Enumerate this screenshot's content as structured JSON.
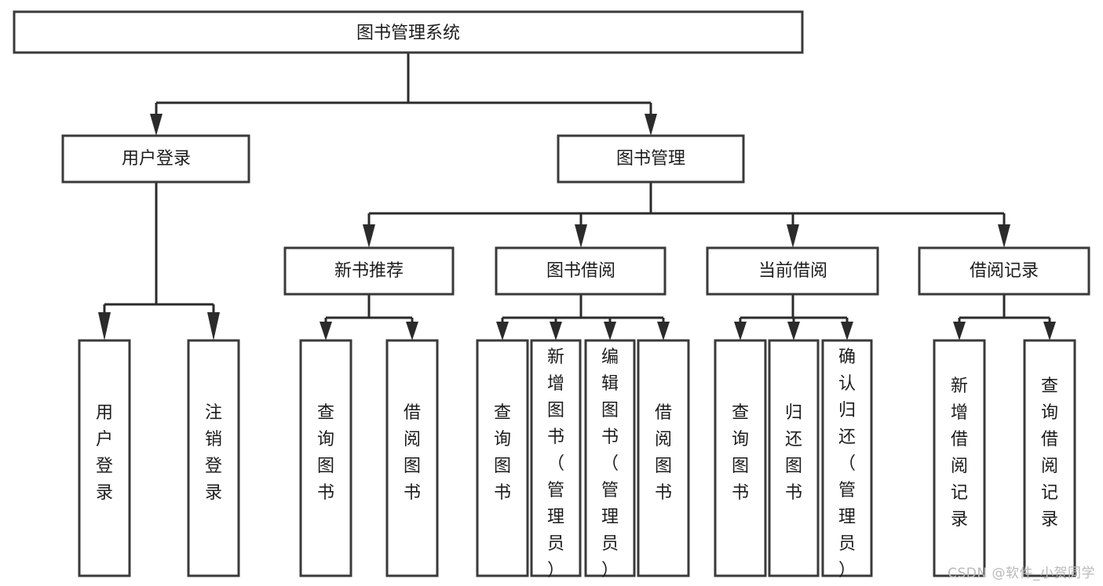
{
  "diagram": {
    "title": "图书管理系统",
    "type": "hierarchy-tree",
    "root": {
      "label": "图书管理系统",
      "orientation": "horizontal"
    },
    "level2": [
      {
        "label": "用户登录",
        "orientation": "horizontal"
      },
      {
        "label": "图书管理",
        "orientation": "horizontal"
      }
    ],
    "level3": [
      {
        "label": "新书推荐",
        "orientation": "horizontal"
      },
      {
        "label": "图书借阅",
        "orientation": "horizontal"
      },
      {
        "label": "当前借阅",
        "orientation": "horizontal"
      },
      {
        "label": "借阅记录",
        "orientation": "horizontal"
      }
    ],
    "leaves": {
      "user_login": [
        {
          "label": "用户登录",
          "orientation": "vertical"
        },
        {
          "label": "注销登录",
          "orientation": "vertical"
        }
      ],
      "new_book_recommend": [
        {
          "label": "查询图书",
          "orientation": "vertical"
        },
        {
          "label": "借阅图书",
          "orientation": "vertical"
        }
      ],
      "book_borrow": [
        {
          "label": "查询图书",
          "orientation": "vertical"
        },
        {
          "label": "新增图书（管理员）",
          "orientation": "vertical"
        },
        {
          "label": "编辑图书（管理员）",
          "orientation": "vertical"
        },
        {
          "label": "借阅图书",
          "orientation": "vertical"
        }
      ],
      "current_borrow": [
        {
          "label": "查询图书",
          "orientation": "vertical"
        },
        {
          "label": "归还图书",
          "orientation": "vertical"
        },
        {
          "label": "确认归还（管理员）",
          "orientation": "vertical"
        }
      ],
      "borrow_record": [
        {
          "label": "新增借阅记录",
          "orientation": "vertical"
        },
        {
          "label": "查询借阅记录",
          "orientation": "vertical"
        }
      ]
    },
    "colors": {
      "box_stroke": "#3a3a3a",
      "box_fill": "#ffffff",
      "connector": "#2b2b2b",
      "text": "#1c1c1c",
      "watermark": "#b9b9b9",
      "background": "#ffffff"
    }
  },
  "watermark": {
    "text": "CSDN @软件_小贺同学"
  }
}
